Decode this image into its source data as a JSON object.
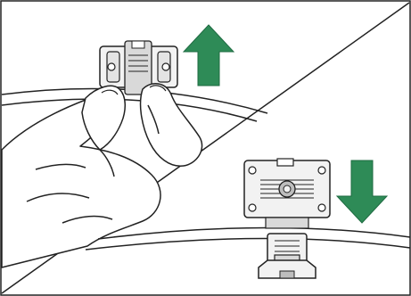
{
  "figure": {
    "panels": [
      {
        "id": "top-left",
        "action": "remove",
        "arrow_direction": "up",
        "arrow_icon": "arrow-up-icon"
      },
      {
        "id": "bottom-right",
        "action": "install",
        "arrow_direction": "down",
        "arrow_icon": "arrow-down-icon"
      }
    ],
    "colors": {
      "arrow": "#2e8b57",
      "outline": "#222222",
      "clip_fill": "#f2f2f2",
      "clip_shade": "#bdbdbd",
      "background": "#ffffff"
    }
  }
}
